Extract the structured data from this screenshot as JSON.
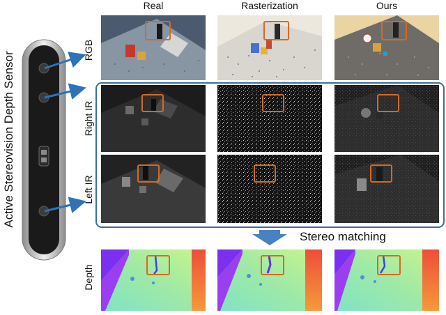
{
  "columns": [
    "Real",
    "Rasterization",
    "Ours"
  ],
  "rows": {
    "rgb": "RGB",
    "right_ir": "Right IR",
    "left_ir": "Left IR",
    "depth": "Depth"
  },
  "sensor_title": "Active Stereovision Depth Sensor",
  "stereo_label": "Stereo matching",
  "colors": {
    "frame": "#3a6e9e",
    "highlight": "#d46a22",
    "arrow": "#2e72b8"
  }
}
